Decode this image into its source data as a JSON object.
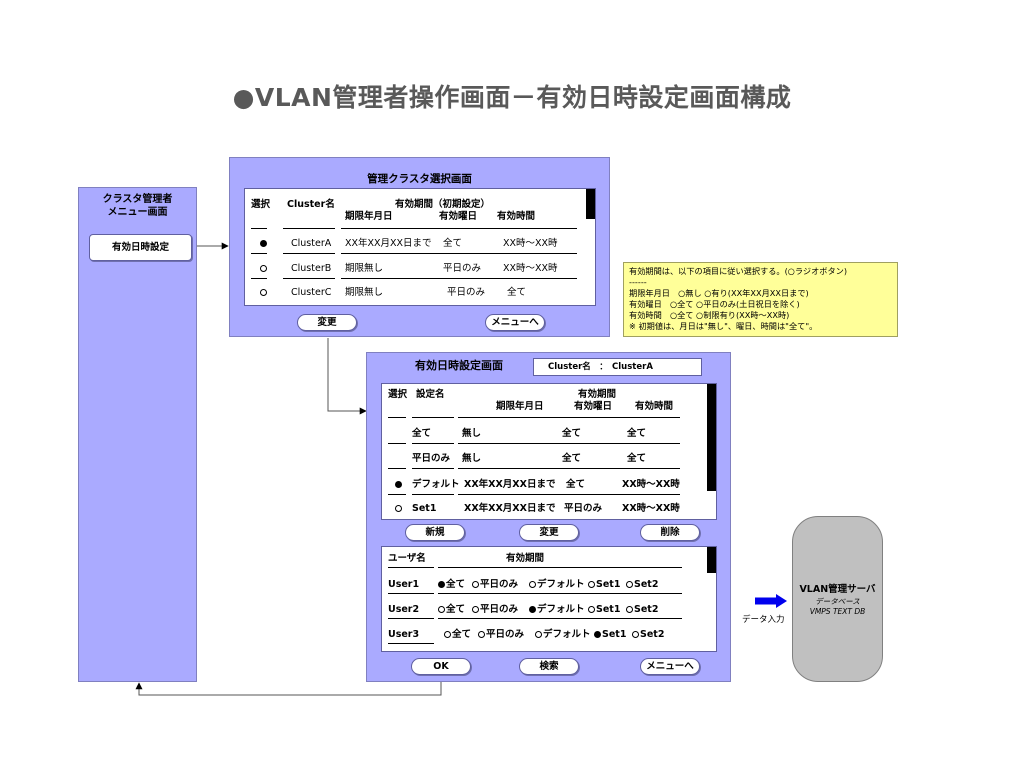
{
  "title": "●VLAN管理者操作画面－有効日時設定画面構成",
  "menu": {
    "title_line1": "クラスタ管理者",
    "title_line2": "メニュー画面",
    "button_label": "有効日時設定"
  },
  "cluster_select": {
    "title": "管理クラスタ選択画面",
    "headers": {
      "select": "選択",
      "cluster_name": "Cluster名",
      "period_group": "有効期間（初期設定）",
      "date": "期限年月日",
      "day": "有効曜日",
      "time": "有効時間"
    },
    "rows": [
      {
        "selected": true,
        "name": "ClusterA",
        "date": "XX年XX月XX日まで",
        "day": "全て",
        "time": "XX時～XX時"
      },
      {
        "selected": false,
        "name": "ClusterB",
        "date": "期限無し",
        "day": "平日のみ",
        "time": "XX時～XX時"
      },
      {
        "selected": false,
        "name": "ClusterC",
        "date": "期限無し",
        "day": "平日のみ",
        "time": "全て"
      }
    ],
    "change_button": "変更",
    "menu_button": "メニューへ"
  },
  "note": {
    "text": "有効期間は、以下の項目に従い選択する。(○ラジオボタン)\n------\n期限年月日　○無し ○有り(XX年XX月XX日まで)\n有効曜日　○全て ○平日のみ(土日祝日を除く)\n有効時間　○全て ○制限有り(XX時～XX時)\n※ 初期値は、月日は\"無し\"、曜日、時間は\"全て\"。"
  },
  "datetime": {
    "title": "有効日時設定画面",
    "cluster_label": "Cluster名　：　ClusterA",
    "headers": {
      "select": "選択",
      "setting_name": "設定名",
      "period_group": "有効期間",
      "date": "期限年月日",
      "day": "有効曜日",
      "time": "有効時間"
    },
    "rows": [
      {
        "radio": null,
        "name": "全て",
        "date": "無し",
        "day": "全て",
        "time": "全て"
      },
      {
        "radio": null,
        "name": "平日のみ",
        "date": "無し",
        "day": "全て",
        "time": "全て"
      },
      {
        "radio": "on",
        "name": "デフォルト",
        "date": "XX年XX月XX日まで",
        "day": "全て",
        "time": "XX時～XX時"
      },
      {
        "radio": "off",
        "name": "Set1",
        "date": "XX年XX月XX日まで",
        "day": "平日のみ",
        "time": "XX時～XX時"
      }
    ],
    "new_button": "新規",
    "change_button": "変更",
    "delete_button": "削除",
    "users": {
      "header_user": "ユーザ名",
      "header_period": "有効期間",
      "option_labels": [
        "全て",
        "平日のみ",
        "デフォルト",
        "Set1",
        "Set2"
      ],
      "rows": [
        {
          "name": "User1",
          "selected": 0
        },
        {
          "name": "User2",
          "selected": 2
        },
        {
          "name": "User3",
          "selected": 3
        }
      ]
    },
    "ok_button": "OK",
    "search_button": "検索",
    "menu_button": "メニューへ"
  },
  "server": {
    "title": "VLAN管理サーバ",
    "sub1": "データベース",
    "sub2": "VMPS TEXT DB",
    "input_label": "データ入力",
    "arrow_color": "#0000ee"
  }
}
